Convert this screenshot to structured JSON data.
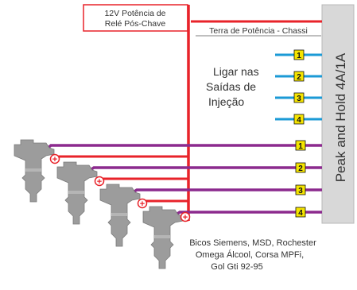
{
  "power_label": {
    "line1": "12V Potência de",
    "line2": "Relé Pós-Chave"
  },
  "ground_label": "Terra de Potência - Chassi",
  "module_label": "Peak and Hold 4A/1A",
  "instruction": {
    "line1": "Ligar nas",
    "line2": "Saídas de",
    "line3": "Injeção"
  },
  "output_numbers": [
    "1",
    "2",
    "3",
    "4"
  ],
  "injector_numbers": [
    "1",
    "2",
    "3",
    "4"
  ],
  "injector_desc": {
    "line1": "Bicos Siemens, MSD, Rochester",
    "line2": "Omega Álcool, Corsa MPFi,",
    "line3": "Gol Gti 92-95"
  },
  "plus_symbol": "+",
  "colors": {
    "power_wire": "#e8232a",
    "output_wire": "#1b9ad6",
    "injector_wire": "#8c2a8e",
    "module_fill": "#d8d8d8",
    "injector_body": "#9c9c9c",
    "number_box": "#f5e400"
  },
  "icons": {
    "plus": "plus-terminal-icon",
    "injector": "fuel-injector-icon"
  }
}
